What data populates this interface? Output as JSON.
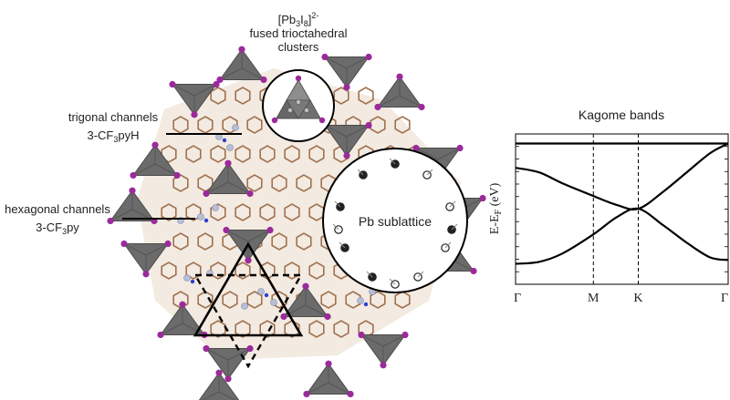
{
  "structure": {
    "cluster_formula": {
      "pre": "[Pb",
      "sub1": "3",
      "mid": "I",
      "sub2": "8",
      "close": "]",
      "sup": "2-"
    },
    "cluster_line2": "fused trioctahedral",
    "cluster_line3": "clusters",
    "trigonal_title": "trigonal channels",
    "trigonal_formula": {
      "a": "3-CF",
      "sub": "3",
      "b": "pyH"
    },
    "hexagonal_title": "hexagonal channels",
    "hexagonal_formula": {
      "a": "3-CF",
      "sub": "3",
      "b": "py"
    },
    "sublattice_label": "Pb sublattice"
  },
  "colors": {
    "octahedron": "#6b6b6b",
    "octahedron_dark": "#4a4a4a",
    "iodine": "#9b2a9b",
    "carbon": "#a0724f",
    "nitrogen": "#2d3fd0",
    "fluorine": "#b7bfd8"
  },
  "bands": {
    "title": "Kagome bands",
    "ylabel_main": "E-E",
    "ylabel_sub": "F",
    "ylabel_unit": " (eV)",
    "kpoints": [
      "Γ",
      "M",
      "K",
      "Γ"
    ],
    "kpoint_positions": [
      0,
      1,
      1.577,
      2.732
    ],
    "dashed_at": [
      "M",
      "K"
    ],
    "energy_range": [
      -1.2,
      1.15
    ],
    "curves": [
      {
        "name": "flat",
        "x": [
          0,
          0.5,
          1,
          1.3,
          1.577,
          2.0,
          2.4,
          2.732
        ],
        "y": [
          1.0,
          1.0,
          1.0,
          1.0,
          1.0,
          1.0,
          1.0,
          1.0
        ]
      },
      {
        "name": "middle",
        "x": [
          0,
          0.3,
          0.6,
          1.0,
          1.3,
          1.577,
          1.9,
          2.2,
          2.5,
          2.732
        ],
        "y": [
          0.62,
          0.55,
          0.38,
          0.18,
          0.04,
          -0.02,
          0.25,
          0.55,
          0.85,
          1.0
        ]
      },
      {
        "name": "lower",
        "x": [
          0,
          0.3,
          0.6,
          1.0,
          1.3,
          1.577,
          1.9,
          2.2,
          2.5,
          2.732
        ],
        "y": [
          -0.88,
          -0.85,
          -0.72,
          -0.42,
          -0.15,
          -0.02,
          -0.28,
          -0.55,
          -0.78,
          -0.82
        ]
      }
    ]
  }
}
